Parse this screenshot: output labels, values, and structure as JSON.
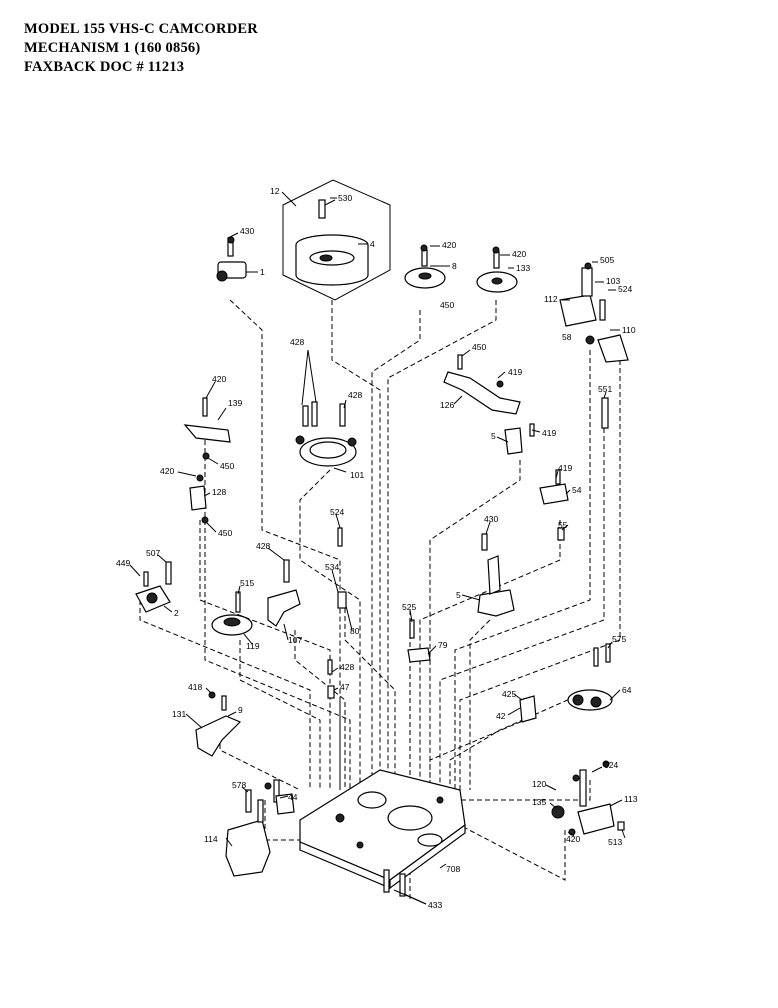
{
  "header": {
    "line1": "MODEL 155 VHS-C CAMCORDER",
    "line2": "MECHANISM 1 (160 0856)",
    "line3": "FAXBACK DOC # 11213"
  },
  "callouts": [
    {
      "id": "c12",
      "text": "12"
    },
    {
      "id": "c530",
      "text": "530"
    },
    {
      "id": "c4",
      "text": "4"
    },
    {
      "id": "c430a",
      "text": "430"
    },
    {
      "id": "c1",
      "text": "1"
    },
    {
      "id": "c420a",
      "text": "420"
    },
    {
      "id": "c8",
      "text": "8"
    },
    {
      "id": "c450a",
      "text": "450"
    },
    {
      "id": "c420b",
      "text": "420"
    },
    {
      "id": "c133",
      "text": "133"
    },
    {
      "id": "c505",
      "text": "505"
    },
    {
      "id": "c103",
      "text": "103"
    },
    {
      "id": "c112",
      "text": "112"
    },
    {
      "id": "c524a",
      "text": "524"
    },
    {
      "id": "c58",
      "text": "58"
    },
    {
      "id": "c110",
      "text": "110"
    },
    {
      "id": "c428a",
      "text": "428"
    },
    {
      "id": "c428b",
      "text": "428"
    },
    {
      "id": "c101",
      "text": "101"
    },
    {
      "id": "c450b",
      "text": "450"
    },
    {
      "id": "c419a",
      "text": "419"
    },
    {
      "id": "c126",
      "text": "126"
    },
    {
      "id": "c420c",
      "text": "420"
    },
    {
      "id": "c139",
      "text": "139"
    },
    {
      "id": "c450c",
      "text": "450"
    },
    {
      "id": "c420d",
      "text": "420"
    },
    {
      "id": "c128",
      "text": "128"
    },
    {
      "id": "c450d",
      "text": "450"
    },
    {
      "id": "c5a",
      "text": "5"
    },
    {
      "id": "c419b",
      "text": "419"
    },
    {
      "id": "c551",
      "text": "551"
    },
    {
      "id": "c419c",
      "text": "419"
    },
    {
      "id": "c54",
      "text": "54"
    },
    {
      "id": "c55",
      "text": "55"
    },
    {
      "id": "c524b",
      "text": "524"
    },
    {
      "id": "c430b",
      "text": "430"
    },
    {
      "id": "c449",
      "text": "449"
    },
    {
      "id": "c507",
      "text": "507"
    },
    {
      "id": "c2",
      "text": "2"
    },
    {
      "id": "c428c",
      "text": "428"
    },
    {
      "id": "c515",
      "text": "515"
    },
    {
      "id": "c107",
      "text": "107"
    },
    {
      "id": "c119",
      "text": "119"
    },
    {
      "id": "c534",
      "text": "534"
    },
    {
      "id": "c80",
      "text": "80"
    },
    {
      "id": "c5b",
      "text": "5"
    },
    {
      "id": "c525",
      "text": "525"
    },
    {
      "id": "c79",
      "text": "79"
    },
    {
      "id": "c575",
      "text": "575"
    },
    {
      "id": "c64",
      "text": "64"
    },
    {
      "id": "c428d",
      "text": "428"
    },
    {
      "id": "c47",
      "text": "47"
    },
    {
      "id": "c418",
      "text": "418"
    },
    {
      "id": "c131",
      "text": "131"
    },
    {
      "id": "c9",
      "text": "9"
    },
    {
      "id": "c42",
      "text": "42"
    },
    {
      "id": "c425",
      "text": "425"
    },
    {
      "id": "c524c",
      "text": "524"
    },
    {
      "id": "c120",
      "text": "120"
    },
    {
      "id": "c135",
      "text": "135"
    },
    {
      "id": "c113",
      "text": "113"
    },
    {
      "id": "c513",
      "text": "513"
    },
    {
      "id": "c420e",
      "text": "420"
    },
    {
      "id": "c578",
      "text": "578"
    },
    {
      "id": "c44",
      "text": "44"
    },
    {
      "id": "c114",
      "text": "114"
    },
    {
      "id": "c708",
      "text": "708"
    },
    {
      "id": "c433",
      "text": "433"
    }
  ]
}
